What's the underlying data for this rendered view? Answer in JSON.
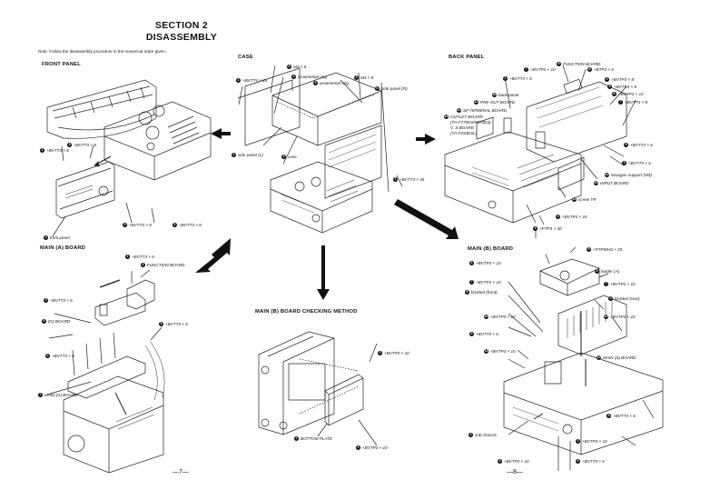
{
  "header": {
    "section": "SECTION 2",
    "title": "DISASSEMBLY",
    "note": "Note: Follow the disassembly procedure in the numerical order given."
  },
  "sections": {
    "front_panel": {
      "title": "FRONT PANEL",
      "labels": [
        {
          "num": "3",
          "text": "+BVTT3 × 8"
        },
        {
          "num": "1",
          "text": "+BVTT3 × 6"
        },
        {
          "num": "2",
          "text": "+BVTT3 × 8"
        },
        {
          "num": "1",
          "text": "+BVTT3 × 6"
        },
        {
          "num": "4",
          "text": "front panel"
        }
      ]
    },
    "case": {
      "title": "CASE",
      "labels": [
        {
          "num": "3",
          "text": "M3 × 8"
        },
        {
          "num": "1",
          "text": "+BVTT4 × 25"
        },
        {
          "num": "4",
          "text": "ornamental ring"
        },
        {
          "num": "4",
          "text": "ornamental ring"
        },
        {
          "num": "3",
          "text": "M3 × 8"
        },
        {
          "num": "6",
          "text": "side panel (R)"
        },
        {
          "num": "2",
          "text": "side panel (L)"
        },
        {
          "num": "5",
          "text": "case"
        },
        {
          "num": "1",
          "text": "+BVTT4 × 35"
        }
      ]
    },
    "back_panel": {
      "title": "BACK PANEL",
      "labels": [
        {
          "num": "9",
          "text": "FUNCTION BOARD"
        },
        {
          "num": "7",
          "text": "+BVTP3 × 10"
        },
        {
          "num": "8",
          "text": "+BTP3 × 6"
        },
        {
          "num": "1",
          "text": "+BVTT3 × 6"
        },
        {
          "num": "2",
          "text": "+BVTP3 × 8"
        },
        {
          "num": "5",
          "text": "+BVTP3 × 8"
        },
        {
          "num": "6",
          "text": "+BVTP3 × 10"
        },
        {
          "num": "7",
          "text": "+BVTP3 × 8"
        },
        {
          "num": "10",
          "text": "back panel"
        },
        {
          "num": "11",
          "text": "PRE OUT BOARD"
        },
        {
          "num": "12",
          "text": "SP TERMINAL BOARD"
        },
        {
          "num": "13",
          "text": "OUTLET BOARD"
        },
        {
          "num": "",
          "text": "(TA-F770ES/F870ES)"
        },
        {
          "num": "",
          "text": "V. S BOARD"
        },
        {
          "num": "",
          "text": "(TA-F333ESL)"
        },
        {
          "num": "3",
          "text": "+BVTT3 × 6"
        },
        {
          "num": "1",
          "text": "+BVTT3 × 6"
        },
        {
          "num": "14",
          "text": "hexagon support (M3)"
        },
        {
          "num": "15",
          "text": "INPUT BOARD"
        },
        {
          "num": "16",
          "text": "screw TR"
        },
        {
          "num": "3",
          "text": "+BVTP3 × 16"
        },
        {
          "num": "4",
          "text": "+PTP3 × 30"
        }
      ]
    },
    "main_a": {
      "title": "MAIN (A) BOARD",
      "labels": [
        {
          "num": "1",
          "text": "+BVTT3 × 6"
        },
        {
          "num": "2",
          "text": "FUNCTION BOARD"
        },
        {
          "num": "3",
          "text": "+BVTT3 × 6"
        },
        {
          "num": "4",
          "text": "EQ BOARD"
        },
        {
          "num": "5",
          "text": "+BVTT3 × 6"
        },
        {
          "num": "6",
          "text": "+BVTT3 × 6"
        },
        {
          "num": "7",
          "text": "MAIN (A) BOARD"
        }
      ]
    },
    "checking": {
      "title": "MAIN (B) BOARD CHECKING METHOD",
      "labels": [
        {
          "num": "1",
          "text": "+BVTP3 × 10"
        },
        {
          "num": "2",
          "text": "BOTTOM PLATE"
        },
        {
          "num": "1",
          "text": "+BVTP3 × 10"
        }
      ]
    },
    "main_b": {
      "title": "MAIN (B) BOARD",
      "labels": [
        {
          "num": "5",
          "text": "+PTPWH3 × 20"
        },
        {
          "num": "6",
          "text": "+BVTP3 × 10"
        },
        {
          "num": "6",
          "text": "holder (A)"
        },
        {
          "num": "7",
          "text": "+BVTP3 × 10"
        },
        {
          "num": "7",
          "text": "+BVTP3 × 10"
        },
        {
          "num": "8",
          "text": "bracket (front)"
        },
        {
          "num": "9",
          "text": "bracket (rear)"
        },
        {
          "num": "10",
          "text": "+BVTP3 × 10"
        },
        {
          "num": "10",
          "text": "+BVTP3 × 10"
        },
        {
          "num": "3",
          "text": "+BVTT3 × 6"
        },
        {
          "num": "11",
          "text": "+BVTP3 × 10"
        },
        {
          "num": "12",
          "text": "MAIN (S) BOARD"
        },
        {
          "num": "3",
          "text": "+BVTT3 × 6"
        },
        {
          "num": "4",
          "text": "sub chassis"
        },
        {
          "num": "1",
          "text": "+BVTP3 × 10"
        },
        {
          "num": "2",
          "text": "+BVTP3 × 10"
        },
        {
          "num": "2",
          "text": "+BVTT3 × 6"
        }
      ]
    }
  },
  "footer": {
    "page_left": "—7—",
    "page_right": "—8—"
  }
}
